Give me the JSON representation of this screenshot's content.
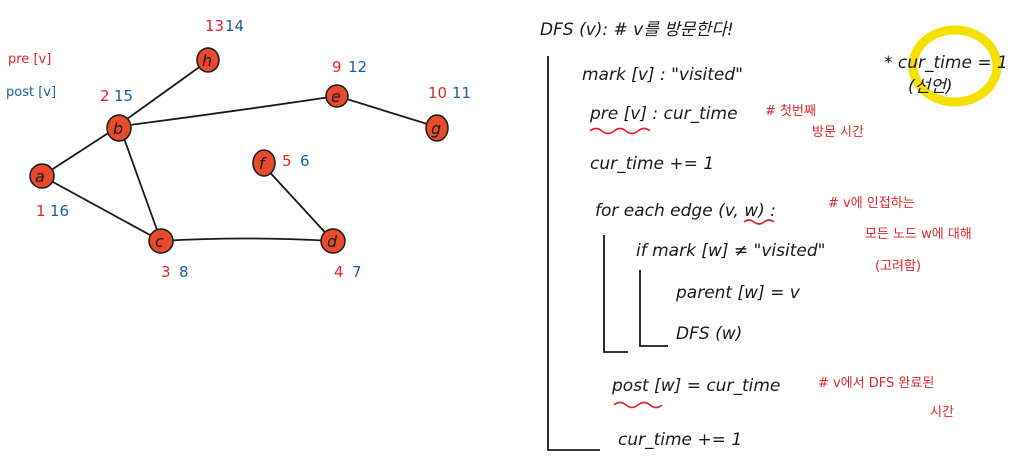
{
  "legend": {
    "pre_label": "pre [v]",
    "post_label": "post [v]",
    "pre_color": "#e0262b",
    "post_color": "#1d5fa0"
  },
  "graph": {
    "nodes": [
      {
        "id": "a",
        "pre": "1",
        "post": "16"
      },
      {
        "id": "b",
        "pre": "2",
        "post": "15"
      },
      {
        "id": "c",
        "pre": "3",
        "post": "8"
      },
      {
        "id": "d",
        "pre": "4",
        "post": "7"
      },
      {
        "id": "f",
        "pre": "5",
        "post": "6"
      },
      {
        "id": "e",
        "pre": "9",
        "post": "12"
      },
      {
        "id": "g",
        "pre": "10",
        "post": "11"
      },
      {
        "id": "h",
        "pre": "13",
        "post": "14"
      }
    ],
    "node_fill": "#e84a2c"
  },
  "code": {
    "header": "DFS (v):  # v를 방문한다!",
    "line_mark": "mark [v] : \"visited\"",
    "line_pre": "pre [v] : cur_time",
    "line_pre_comment": "# 첫번째",
    "line_pre_comment2": "방문 시간",
    "line_inc1": "cur_time += 1",
    "line_for": "for  each edge (v, w) :",
    "line_for_comment": "# v에 인접하는",
    "line_for_comment2": "모든 노드 w에 대해",
    "line_for_comment3": "(고려함)",
    "line_if": "if  mark [w] ≠ \"visited\"",
    "line_parent": "parent [w] = v",
    "line_dfs": "DFS (w)",
    "line_post": "post [w] = cur_time",
    "line_post_comment": "# v에서 DFS 완료된",
    "line_post_comment2": "시간",
    "line_inc2": "cur_time += 1",
    "note": "* cur_time = 1",
    "note_sub": "(선언)",
    "highlight_color": "#f5e000"
  }
}
